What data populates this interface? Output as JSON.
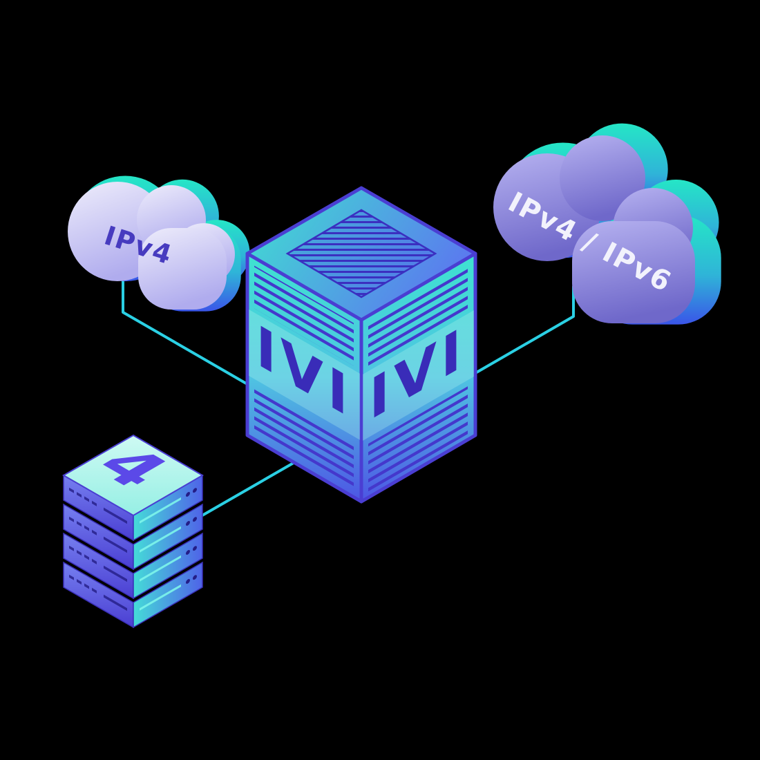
{
  "diagram": {
    "left_cloud": {
      "label": "IPv4"
    },
    "right_cloud": {
      "label": "IPv4 / IPv6"
    },
    "ivi_box": {
      "label_left_face": "IVI",
      "label_right_face": "IVI"
    },
    "server_stack": {
      "label": "4"
    }
  },
  "colors": {
    "background": "#000000",
    "connector": "#2bd0e4",
    "teal_accent": "#25e6c6",
    "blue_accent": "#3a55e8",
    "indigo_edge": "#4a3ed2",
    "lavender_cloud": "#b0acee",
    "purple_cloud": "#6f68ca",
    "cloud_label_dark": "#473bbf",
    "cloud_label_light": "#f2f2fc",
    "ivi_text": "#392cb8",
    "glyph": "#5b49e8"
  }
}
